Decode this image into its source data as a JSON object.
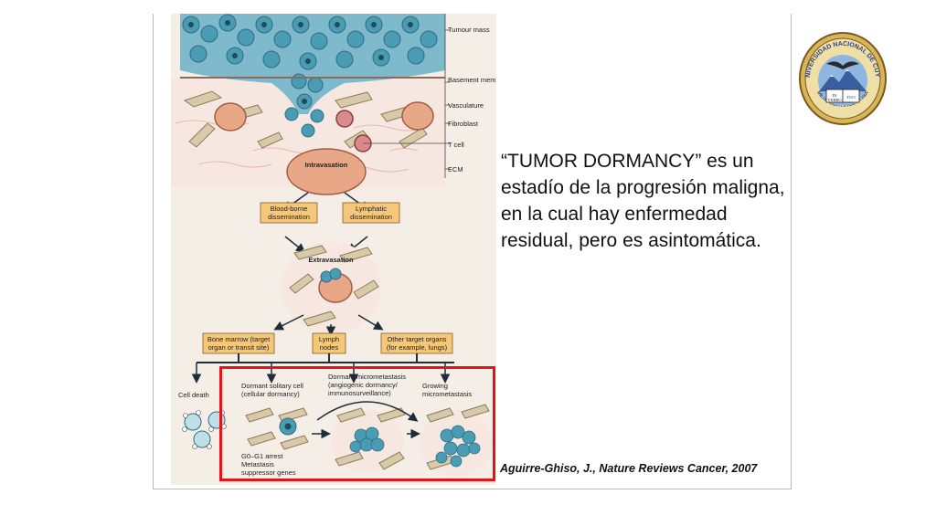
{
  "figure": {
    "side_labels": [
      "Tumour mass",
      "Basement membrane",
      "Vasculature",
      "Fibroblast",
      "T cell",
      "ECM"
    ],
    "intravasation": "Intravasation",
    "dissemination": {
      "blood_borne": "Blood-borne dissemination",
      "lymphatic": "Lymphatic dissemination"
    },
    "extravasation": "Extravasation",
    "targets": {
      "bone_marrow": "Bone marrow (target organ or transit site)",
      "lymph_nodes": "Lymph nodes",
      "other": "Other target organs (for example, lungs)"
    },
    "outcomes": {
      "cell_death": "Cell death",
      "dormant_solitary": "Dormant solitary cell (cellular dormancy)",
      "dormant_micro": "Dormant micrometastasis (angiogenic dormancy/ immunosurveillance)",
      "growing": "Growing micrometastasis"
    },
    "arrest": "G0–G1 arrest Metastasis suppressor genes"
  },
  "body_text": "“TUMOR DORMANCY” es un estadío de la progresión maligna, en la cual hay enfermedad residual, pero es asintomática.",
  "citation": "Aguirre-Ghiso, J., Nature Reviews Cancer, 2007",
  "seal": {
    "ring_text": "UNIVERSIDAD NACIONAL DE CUYO",
    "bottom_text": "MENDOZA ARGENTINA",
    "book_text": "IN VERBO TUO"
  },
  "colors": {
    "highlight": "#e0141b",
    "tumour_cell": "#4a9cb4",
    "fibroblast": "#d8c9a8",
    "vessel": "#e8a888"
  }
}
